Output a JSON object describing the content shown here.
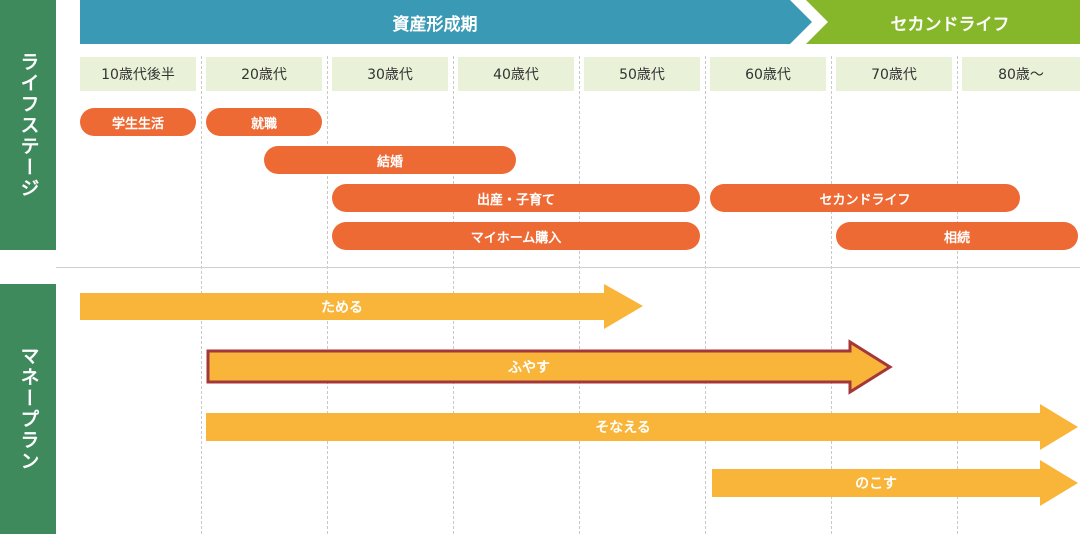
{
  "phases": {
    "asset_building": "資産形成期",
    "second_life": "セカンドライフ"
  },
  "sidebar": {
    "life_stage": "ライフステージ",
    "money_plan": "マネープラン"
  },
  "ages": [
    "10歳代後半",
    "20歳代",
    "30歳代",
    "40歳代",
    "50歳代",
    "60歳代",
    "70歳代",
    "80歳〜"
  ],
  "life_events": {
    "student_life": "学生生活",
    "employment": "就職",
    "marriage": "結婚",
    "childbirth_childcare": "出産・子育て",
    "second_life": "セカンドライフ",
    "home_purchase": "マイホーム購入",
    "inheritance": "相続"
  },
  "money_plans": {
    "save": "ためる",
    "grow": "ふやす",
    "prepare": "そなえる",
    "leave": "のこす"
  },
  "colors": {
    "phase_blue": "#3a9ab5",
    "phase_green": "#86b72a",
    "sidebar_green": "#3f8a5c",
    "age_bg": "#e9f2d8",
    "event_orange": "#ee6a35",
    "arrow_yellow": "#f9b53a",
    "highlight_border": "#a4373a"
  }
}
